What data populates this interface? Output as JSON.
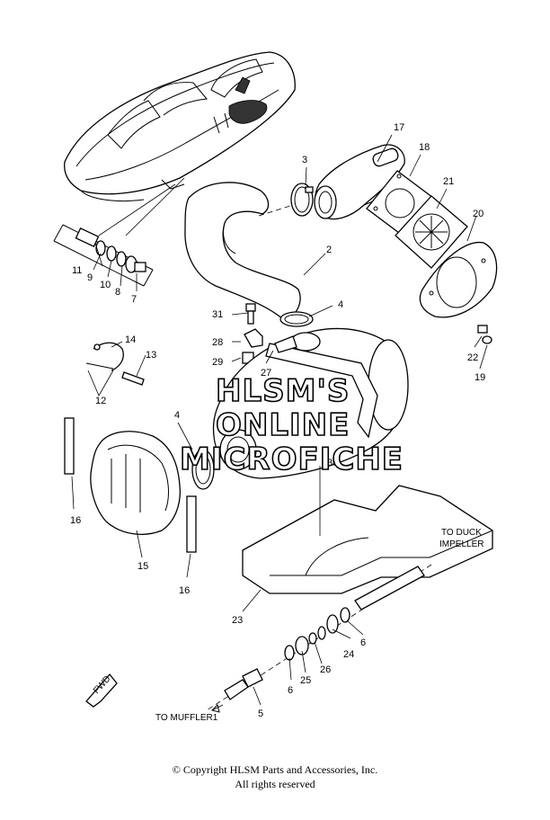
{
  "watermark": {
    "line1": "HLSM'S",
    "line2": "ONLINE",
    "line3": "MICROFICHE"
  },
  "callouts": [
    "17",
    "3",
    "18",
    "21",
    "20",
    "2",
    "11",
    "9",
    "10",
    "8",
    "7",
    "31",
    "4",
    "28",
    "29",
    "27",
    "22",
    "19",
    "14",
    "13",
    "12",
    "4",
    "30",
    "16",
    "15",
    "16",
    "23",
    "24",
    "6",
    "26",
    "25",
    "6",
    "5"
  ],
  "labels": {
    "to_duck_1": "TO DUCK",
    "to_duck_2": "IMPELLER",
    "to_muffler": "TO MUFFLER1",
    "fwd": "FWD"
  },
  "copyright": {
    "line1": "© Copyright HLSM Parts and Accessories, Inc.",
    "line2": "All rights reserved"
  }
}
